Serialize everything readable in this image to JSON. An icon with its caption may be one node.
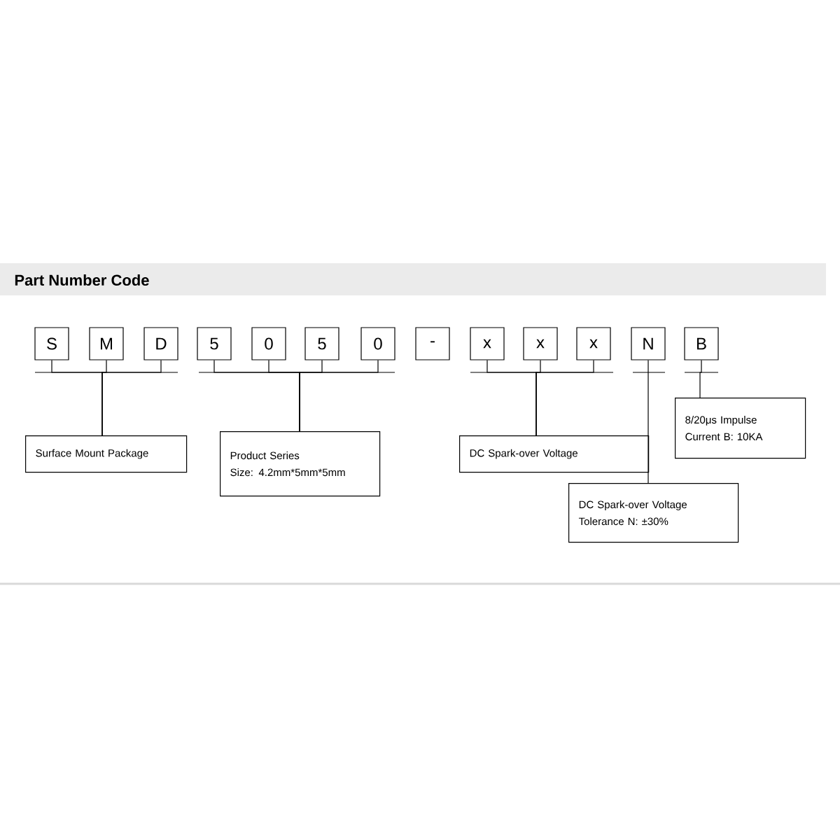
{
  "diagram": {
    "title": "Part Number Code",
    "nodes": [
      {
        "text": [
          "S"
        ]
      },
      {
        "text": [
          "M"
        ]
      },
      {
        "text": [
          "D"
        ]
      },
      {
        "text": [
          "5"
        ]
      },
      {
        "text": [
          "0"
        ]
      },
      {
        "text": [
          "5"
        ]
      },
      {
        "text": [
          "0"
        ]
      },
      {
        "text": [
          "-"
        ]
      },
      {
        "text": [
          "x"
        ]
      },
      {
        "text": [
          "x"
        ]
      },
      {
        "text": [
          "x"
        ]
      },
      {
        "text": [
          "N"
        ]
      },
      {
        "text": [
          "B"
        ]
      },
      {
        "text": [
          "Surface Mount Package"
        ]
      },
      {
        "text": [
          "Product Series",
          "Size: 4.2mm*5mm*5mm"
        ]
      },
      {
        "text": [
          "DC Spark-over Voltage"
        ]
      },
      {
        "text": [
          "DC Spark-over Voltage",
          "Tolerance    N: ±30%"
        ]
      },
      {
        "text": [
          "8/20μs Impulse",
          "Current    B: 10KA"
        ]
      }
    ],
    "edges": [
      {
        "from": 0,
        "to": 13,
        "arrow": "none"
      },
      {
        "from": 1,
        "to": 13,
        "arrow": "none"
      },
      {
        "from": 2,
        "to": 13,
        "arrow": "none"
      },
      {
        "from": 3,
        "to": 14,
        "arrow": "none"
      },
      {
        "from": 4,
        "to": 14,
        "arrow": "none"
      },
      {
        "from": 5,
        "to": 14,
        "arrow": "none"
      },
      {
        "from": 6,
        "to": 14,
        "arrow": "none"
      },
      {
        "from": 8,
        "to": 15,
        "arrow": "none"
      },
      {
        "from": 9,
        "to": 15,
        "arrow": "none"
      },
      {
        "from": 10,
        "to": 15,
        "arrow": "none"
      },
      {
        "from": 11,
        "to": 16,
        "arrow": "none"
      },
      {
        "from": 12,
        "to": 17,
        "arrow": "none"
      }
    ]
  }
}
